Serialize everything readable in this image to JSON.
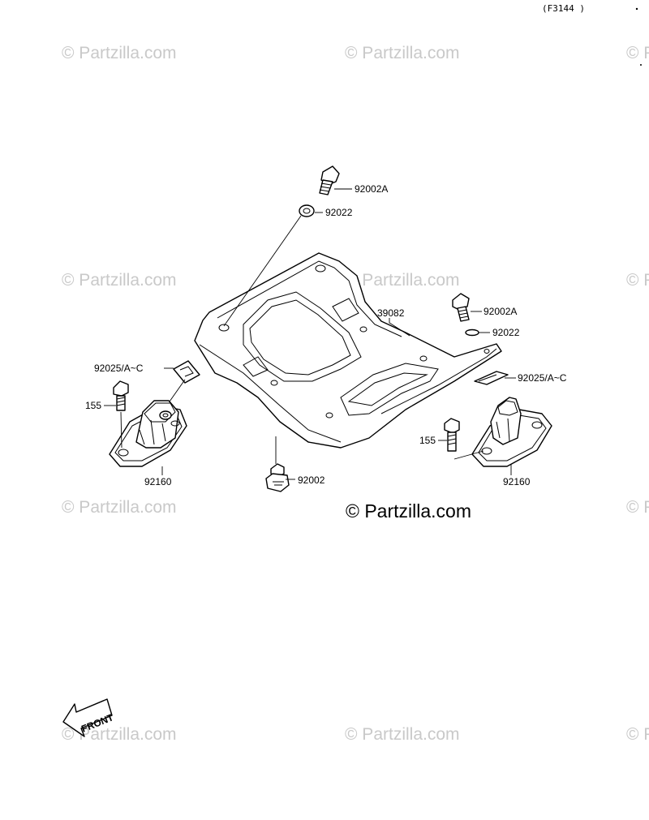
{
  "diagram_code": "(F3144 )",
  "watermark_text": "© Partzilla.com",
  "credit_text": "© Partzilla.com",
  "front_label": "FRONT",
  "labels": {
    "bolt_top_left": "92002A",
    "washer_top_left": "92022",
    "frame": "39082",
    "bolt_right": "92002A",
    "washer_right": "92022",
    "shim_left": "92025/A~C",
    "shim_right": "92025/A~C",
    "bolt_mount_left": "155",
    "bolt_mount_right": "155",
    "mount_left": "92160",
    "mount_right": "92160",
    "bolt_bottom": "92002"
  },
  "colors": {
    "line": "#000000",
    "watermark": "#c9c9c9",
    "background": "#ffffff"
  }
}
